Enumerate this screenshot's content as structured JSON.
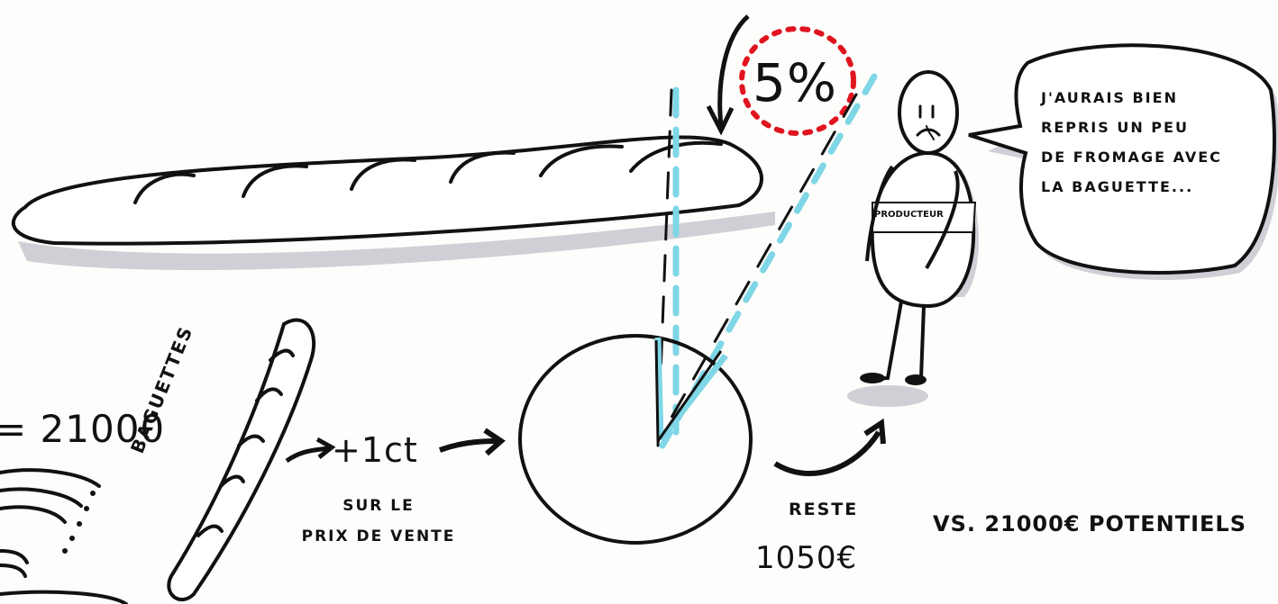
{
  "equation_fragment": "= 21000",
  "baguettes_label": "BAGUETTES",
  "price_increase": "+1ct",
  "price_increase_note": "SUR LE\nPRIX DE VENTE",
  "percentage": "5%",
  "speech_bubble": "J'AURAIS BIEN\nREPRIS UN PEU\nDE FROMAGE AVEC\nLA BAGUETTE...",
  "producer_label": "PRODUCTEUR",
  "remaining_label": "RESTE",
  "remaining_amount": "1050€",
  "comparison": "VS. 21000€ POTENTIELS",
  "colors": {
    "ink": "#111111",
    "accent_blue": "#7fd6e6",
    "accent_red": "#e0141e",
    "shadow": "#cfcfd6"
  }
}
